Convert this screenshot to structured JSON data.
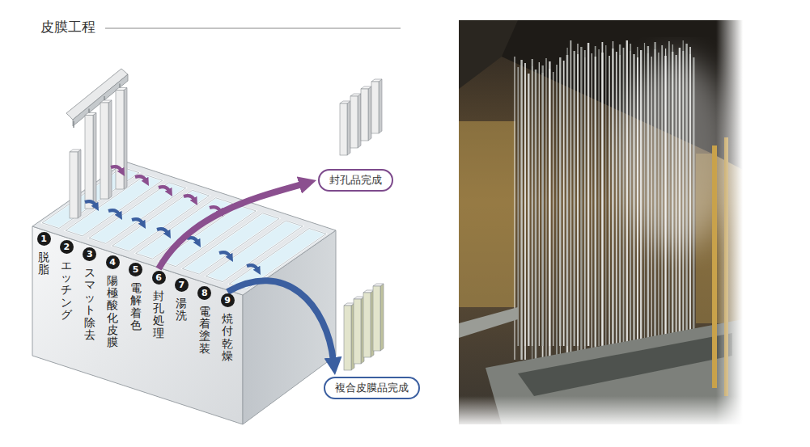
{
  "diagram": {
    "title": "皮膜工程",
    "nodes": [
      {
        "text": [
          "1",
          "脱脂"
        ]
      },
      {
        "text": [
          "2",
          "エッチング"
        ]
      },
      {
        "text": [
          "3",
          "スマット除去"
        ]
      },
      {
        "text": [
          "4",
          "陽極酸化皮膜"
        ]
      },
      {
        "text": [
          "5",
          "電解着色"
        ]
      },
      {
        "text": [
          "6",
          "封孔処理"
        ]
      },
      {
        "text": [
          "7",
          "湯洗"
        ]
      },
      {
        "text": [
          "8",
          "電着塗装"
        ]
      },
      {
        "text": [
          "9",
          "焼付乾燥"
        ]
      },
      {
        "text": [
          "封孔品完成"
        ]
      },
      {
        "text": [
          "複合皮膜品完成"
        ]
      }
    ],
    "edges": [
      {
        "from": 5,
        "to": 9,
        "arrow": "to"
      },
      {
        "from": 8,
        "to": 10,
        "arrow": "to"
      }
    ]
  }
}
